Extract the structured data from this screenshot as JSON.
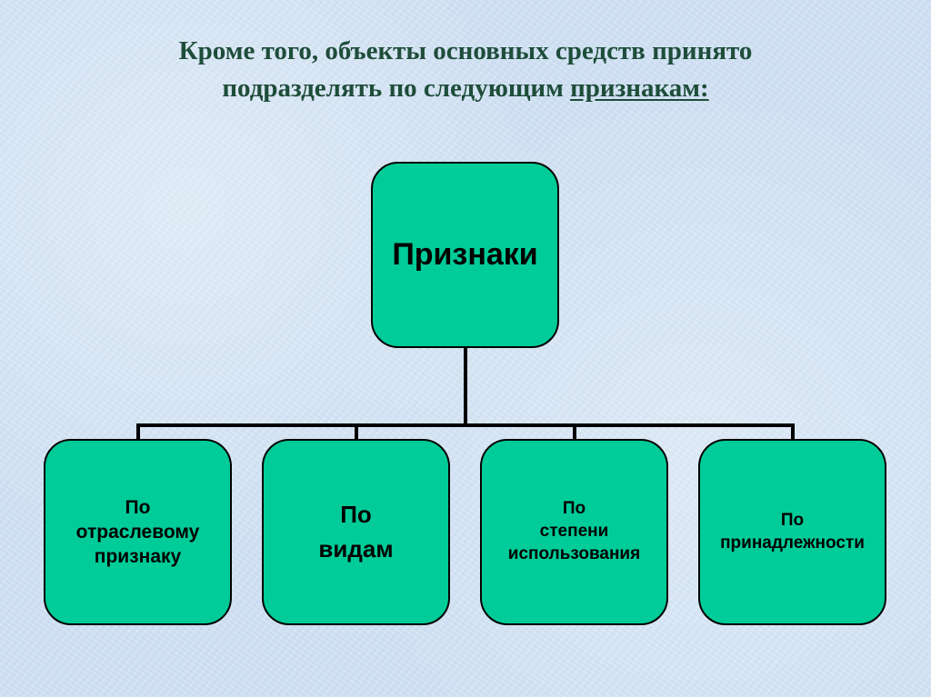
{
  "title": {
    "line1": "Кроме того, объекты основных средств принято",
    "line2_plain": "подразделять по следующим ",
    "line2_underlined": "признакам:"
  },
  "diagram": {
    "root": {
      "label": "Признаки"
    },
    "children": [
      {
        "lines": [
          "По",
          "отраслевому",
          "признаку"
        ]
      },
      {
        "lines": [
          "По",
          "видам"
        ]
      },
      {
        "lines": [
          "По",
          "степени",
          "использования"
        ]
      },
      {
        "lines": [
          "По",
          "принадлежности"
        ]
      }
    ]
  },
  "colors": {
    "node_fill": "#00cc99",
    "node_border": "#000000",
    "title_text": "#1e4d3a",
    "background": "#cfe0f2"
  }
}
